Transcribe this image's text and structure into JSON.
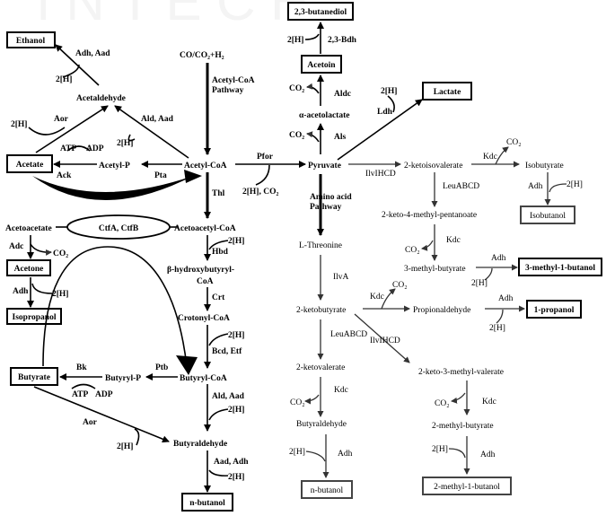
{
  "watermark": "I N T E C H",
  "products": {
    "butanediol": "2,3-butanediol",
    "ethanol": "Ethanol",
    "acetoin": "Acetoin",
    "lactate": "Lactate",
    "acetate": "Acetate",
    "acetone": "Acetone",
    "isopropanol": "Isopropanol",
    "butyrate": "Butyrate",
    "nbutanol_left": "n-butanol",
    "nbutanol_right": "n-butanol",
    "isobutanol": "Isobutanol",
    "methylbutanol3": "3-methyl-1-butanol",
    "propanol": "1-propanol",
    "methylbutanol2": "2-methyl-1-butanol"
  },
  "metabolites": {
    "syngas": "CO/CO₂+H₂",
    "acetyl_coa_pathway_1": "Acetyl-CoA",
    "acetyl_coa_pathway_2": "Pathway",
    "acetaldehyde": "Acetaldehyde",
    "acetyl_p": "Acetyl-P",
    "acetyl_coa": "Acetyl-CoA",
    "pyruvate": "Pyruvate",
    "acetolactate": "α-acetolactate",
    "acetoacetate": "Acetoacetate",
    "acetoacetyl_coa": "Acetoacetyl-CoA",
    "hydroxybutyryl_1": "β-hydroxybutyryl-",
    "hydroxybutyryl_2": "CoA",
    "crotonyl_coa": "Crotonyl-CoA",
    "butyryl_p": "Butyryl-P",
    "butyryl_coa": "Butyryl-CoA",
    "butyraldehyde_left": "Butyraldehyde",
    "ketoisovalerate": "2-ketoisovalerate",
    "isobutyrate": "Isobutyrate",
    "keto_methyl_pentanoate": "2-keto-4-methyl-pentanoate",
    "methyl_butyrate_3": "3-methyl-butyrate",
    "amino_acid_1": "Amino acid",
    "amino_acid_2": "Pathway",
    "threonine": "L-Threonine",
    "ketobutyrate": "2-ketobutyrate",
    "propionaldehyde": "Propionaldehyde",
    "ketovalerate": "2-ketovalerate",
    "butyraldehyde_right": "Butyraldehyde",
    "keto_methyl_valerate": "2-keto-3-methyl-valerate",
    "methyl_butyrate_2": "2-methyl-butyrate"
  },
  "enzymes": {
    "adh_aad_top": "Adh, Aad",
    "aor_top": "Aor",
    "ald_aad_top": "Ald, Aad",
    "ack": "Ack",
    "pta": "Pta",
    "pfor": "Pfor",
    "thl": "Thl",
    "ctfa_ctfb": "CtfA, CtfB",
    "adc": "Adc",
    "adh_acetone": "Adh",
    "hbd": "Hbd",
    "crt": "Crt",
    "bcd_etf": "Bcd, Etf",
    "bk": "Bk",
    "ptb": "Ptb",
    "ald_aad_bottom": "Ald, Aad",
    "aor_bottom": "Aor",
    "aad_adh": "Aad, Adh",
    "bdh": "2,3-Bdh",
    "aldc": "Aldc",
    "als": "Als",
    "ldh": "Ldh",
    "ilvihcd_top": "IlvIHCD",
    "kdc_isobutyrate": "Kdc",
    "adh_isobutanol": "Adh",
    "leuabcd_top": "LeuABCD",
    "kdc_3mb": "Kdc",
    "adh_3mb": "Adh",
    "ilva": "IlvA",
    "kdc_prop": "Kdc",
    "adh_prop": "Adh",
    "ilvihcd_bottom": "IlvIHCD",
    "leuabcd_bottom": "LeuABCD",
    "kdc_valerate": "Kdc",
    "adh_nbutanol": "Adh",
    "kdc_2mb": "Kdc",
    "adh_2mb": "Adh"
  },
  "cofactors": {
    "h2": "2[H]",
    "h2_co2": "2[H], CO₂",
    "co2": "CO₂",
    "atp": "ATP",
    "adp": "ADP"
  }
}
